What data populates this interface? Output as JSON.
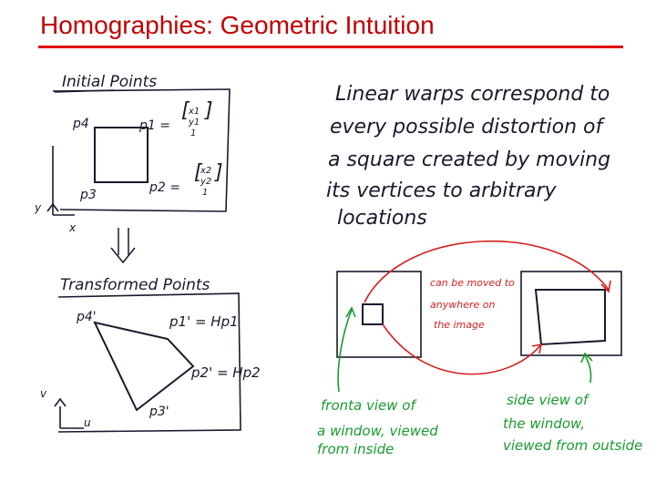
{
  "title": "Homographies: Geometric Intuition",
  "colors": {
    "title": "#c00000",
    "rule": "#e00000",
    "ink": "#1a1a2e",
    "note_red": "#d42020",
    "note_green": "#1a9a30"
  },
  "initial": {
    "heading": "Initial Points",
    "p4": "p4",
    "p1": "p1 =",
    "p1_vec": [
      "x1",
      "y1",
      "1"
    ],
    "p2": "p2 =",
    "p2_vec": [
      "x2",
      "y2",
      "1"
    ],
    "p3": "p3",
    "axis_y": "y",
    "axis_x": "x"
  },
  "transformed": {
    "heading": "Transformed Points",
    "p4": "p4'",
    "p1": "p1' = Hp1",
    "p2": "p2' = Hp2",
    "p3": "p3'",
    "axis_v": "v",
    "axis_u": "u"
  },
  "description": [
    "Linear warps correspond to",
    "every possible distortion of",
    "a square created by moving",
    "its vertices to arbitrary",
    "locations"
  ],
  "red_note": [
    "can be moved to",
    "anywhere on",
    "the image"
  ],
  "front_note": [
    "fronta view of",
    "a window, viewed",
    "from inside"
  ],
  "side_note": [
    "side view of",
    "the window,",
    "viewed from outside"
  ]
}
